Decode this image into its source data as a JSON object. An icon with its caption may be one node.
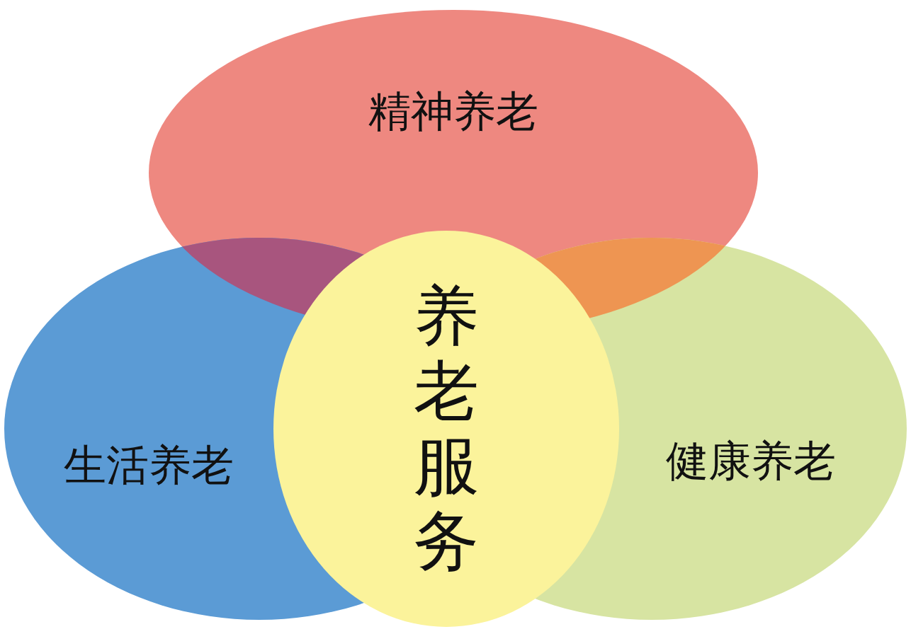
{
  "diagram": {
    "nodes": [
      {
        "text": [
          "精神养老"
        ]
      },
      {
        "text": [
          "生活养老"
        ]
      },
      {
        "text": [
          "健康养老"
        ]
      },
      {
        "text": [
          "养老服务"
        ]
      }
    ]
  }
}
